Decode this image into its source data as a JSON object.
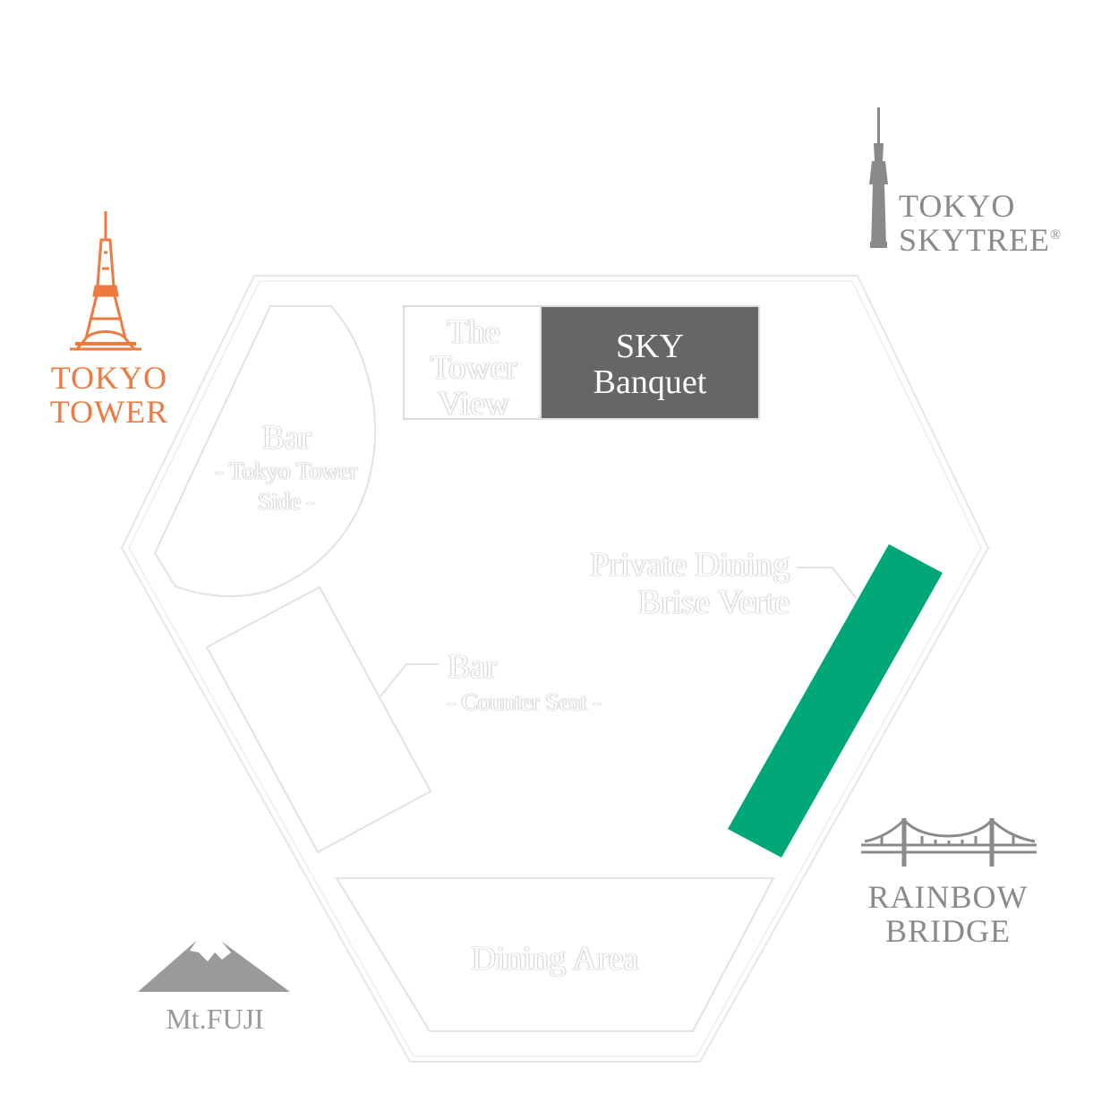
{
  "colors": {
    "tokyo_tower": "#ee7a3f",
    "skytree": "#8a8a8a",
    "rainbow_bridge": "#8a8a8a",
    "fuji": "#9a9a9a",
    "sky_banquet_bg": "#666666",
    "private_dining_highlight": "#00a878",
    "outline": "#e6e6e6"
  },
  "landmarks": {
    "tokyo_tower": {
      "line1": "TOKYO",
      "line2": "TOWER",
      "icon": "tokyo-tower-icon"
    },
    "skytree": {
      "line1": "TOKYO",
      "line2": "SKYTREE",
      "mark": "®",
      "icon": "skytree-icon"
    },
    "rainbow_bridge": {
      "line1": "RAINBOW",
      "line2": "BRIDGE",
      "icon": "suspension-bridge-icon"
    },
    "fuji": {
      "label": "Mt.FUJI",
      "icon": "mountain-icon"
    }
  },
  "rooms": {
    "tower_view": {
      "line1": "The",
      "line2": "Tower",
      "line3": "View"
    },
    "sky_banquet": {
      "line1": "SKY",
      "line2": "Banquet"
    },
    "bar_tower_side": {
      "line1": "Bar",
      "line2": "- Tokyo Tower",
      "line3": "Side -"
    },
    "private_dining": {
      "line1": "Private Dining",
      "line2": "Brise Verte"
    },
    "bar_counter": {
      "line1": "Bar",
      "line2": "- Counter Seat -"
    },
    "dining_area": {
      "label": "Dining Area"
    }
  }
}
